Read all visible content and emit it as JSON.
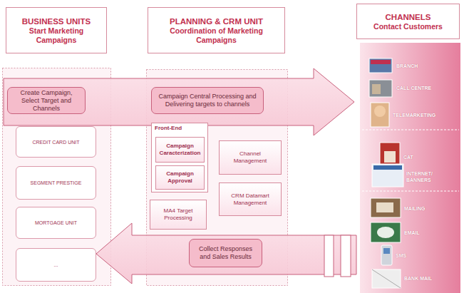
{
  "diagram": {
    "nodes": [
      {
        "text": [
          "BUSINESS UNITS",
          "Start Marketing Campaigns"
        ]
      },
      {
        "text": [
          "PLANNING & CRM UNIT",
          "Coordination of Marketing Campaigns"
        ]
      },
      {
        "text": [
          "CHANNELS",
          "Contact Customers"
        ]
      },
      {
        "text": [
          "Create Campaign, Select Target and Channels"
        ]
      },
      {
        "text": [
          "Campaign Central Processing and Delivering targets to channels"
        ]
      },
      {
        "text": [
          "CREDIT CARD UNIT"
        ]
      },
      {
        "text": [
          "SEGMENT PRESTIGE"
        ]
      },
      {
        "text": [
          "MORTGAGE UNIT"
        ]
      },
      {
        "text": [
          "..."
        ]
      },
      {
        "text": [
          "Front-End"
        ]
      },
      {
        "text": [
          "Campaign Caracterization"
        ],
        "in": 9
      },
      {
        "text": [
          "Campaign Approval"
        ],
        "in": 9
      },
      {
        "text": [
          "MA4 Target Processing"
        ]
      },
      {
        "text": [
          "Channel Management"
        ]
      },
      {
        "text": [
          "CRM Datamart Management"
        ]
      },
      {
        "text": [
          "Collect Responses and Sales Results"
        ]
      }
    ],
    "labels": [
      "BRANCH",
      "CALL CENTRE",
      "TELEMARKETING",
      "CAT",
      "INTERNET/ BANNERS",
      "MAILING",
      "EMAIL",
      "SMS",
      "BANK MAIL"
    ]
  }
}
